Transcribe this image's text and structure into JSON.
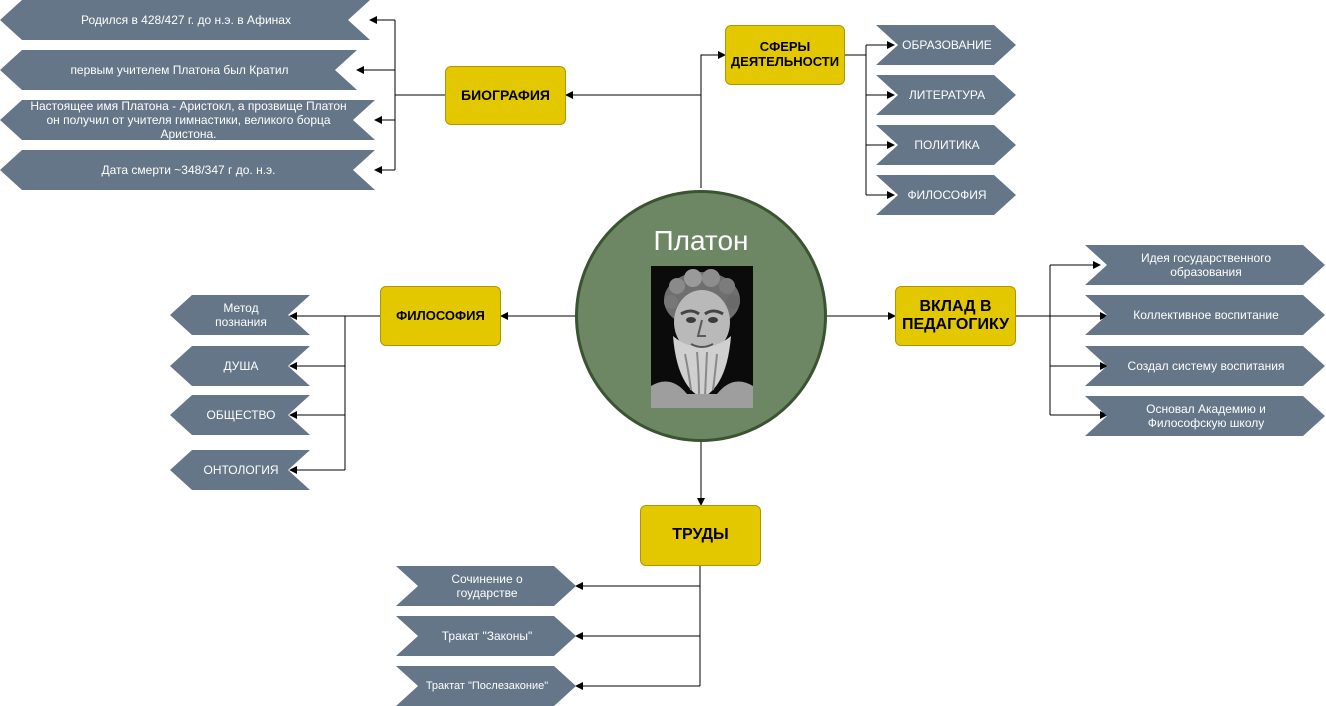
{
  "center": {
    "title": "Платон",
    "portrait_icon": "plato-bust-portrait"
  },
  "biography": {
    "label": "БИОГРАФИЯ",
    "items": [
      "Родился в 428/427 г. до н.э. в Афинах",
      "первым учителем Платона был Кратил",
      "Настоящее имя Платона - Аристокл, а прозвище Платон он получил от учителя гимнастики, великого борца Аристона.",
      "Дата смерти ~348/347 г до. н.э."
    ]
  },
  "spheres": {
    "label": "СФЕРЫ ДЕЯТЕЛЬНОСТИ",
    "items": [
      "ОБРАЗОВАНИЕ",
      "ЛИТЕРАТУРА",
      "ПОЛИТИКА",
      "ФИЛОСОФИЯ"
    ]
  },
  "philosophy": {
    "label": "ФИЛОСОФИЯ",
    "items": [
      "Метод познания",
      "ДУША",
      "ОБЩЕСТВО",
      "ОНТОЛОГИЯ"
    ]
  },
  "pedagogy": {
    "label": "ВКЛАД В ПЕДАГОГИКУ",
    "items": [
      "Идея государственного образования",
      "Коллективное воспитание",
      "Создал систему воспитания",
      "Основал Академию и Философскую школу"
    ]
  },
  "works": {
    "label": "ТРУДЫ",
    "items": [
      "Сочинение о гоударстве",
      "Тракат \"Законы\"",
      "Трактат \"Послезаконие\""
    ]
  },
  "colors": {
    "category_fill": "#e3c800",
    "leaf_fill": "#647687",
    "center_fill": "#6d8764",
    "center_border": "#3a5431"
  }
}
